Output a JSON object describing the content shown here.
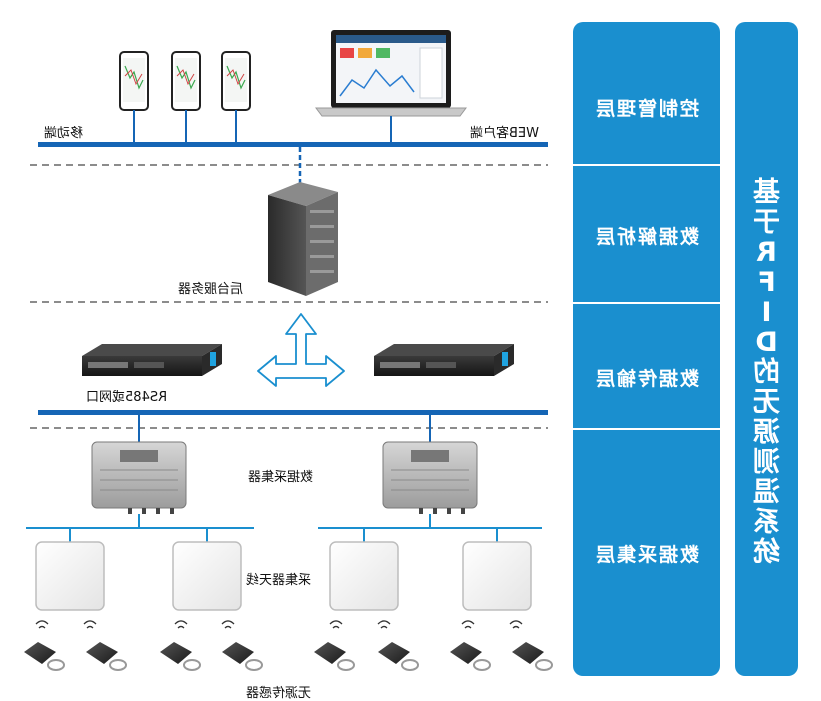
{
  "labels": {
    "mobile": "移动端",
    "web_client": "WEB客户端",
    "server": "后台服务器",
    "rs485": "RS485或网口",
    "collector": "数据采集器",
    "antenna": "采集器天线",
    "sensor": "无源传感器"
  },
  "layers": [
    {
      "label": "控制管理层"
    },
    {
      "label": "数据解析层"
    },
    {
      "label": "数据传输层"
    },
    {
      "label": "数据采集层"
    }
  ],
  "title_chars": [
    "基",
    "于",
    "R",
    "F",
    "I",
    "D",
    "的",
    "无",
    "源",
    "测",
    "温",
    "系",
    "统"
  ],
  "colors": {
    "accent": "#1a8fcf",
    "line": "#1565b5"
  }
}
